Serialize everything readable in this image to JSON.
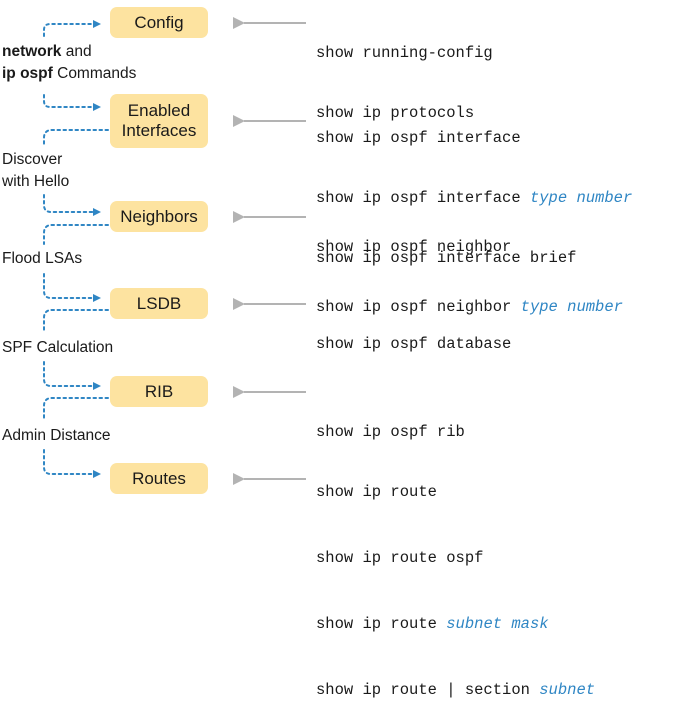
{
  "states": {
    "config": "Config",
    "enabled_line1": "Enabled",
    "enabled_line2": "Interfaces",
    "neighbors": "Neighbors",
    "lsdb": "LSDB",
    "rib": "RIB",
    "routes": "Routes"
  },
  "transitions": {
    "network_cmd_a": "network",
    "network_cmd_b": " and",
    "network_cmd_c": "ip ospf",
    "network_cmd_d": " Commands",
    "hello_line1": "Discover",
    "hello_line2": "with Hello",
    "flood": "Flood LSAs",
    "spf": "SPF Calculation",
    "admin": "Admin Distance"
  },
  "commands": {
    "config": [
      "show running-config",
      "show ip protocols"
    ],
    "interfaces": {
      "c1": "show ip ospf interface",
      "c2_prefix": "show ip ospf interface ",
      "c2_param": "type number",
      "c3": "show ip ospf interface brief"
    },
    "neighbors": {
      "c1": "show ip ospf neighbor",
      "c2_prefix": "show ip ospf neighbor ",
      "c2_param": "type number"
    },
    "lsdb": "show ip ospf database",
    "rib": "show ip ospf rib",
    "routes": {
      "c1": "show ip route",
      "c2": "show ip route ospf",
      "c3_prefix": "show ip route ",
      "c3_param": "subnet mask",
      "c4_prefix": "show ip route | section ",
      "c4_param": "subnet"
    }
  },
  "colors": {
    "box_fill": "#fde3a0",
    "flow_arrow": "#2f86c4",
    "command_arrow": "#b3b3b3",
    "param_text": "#2f86c4"
  }
}
